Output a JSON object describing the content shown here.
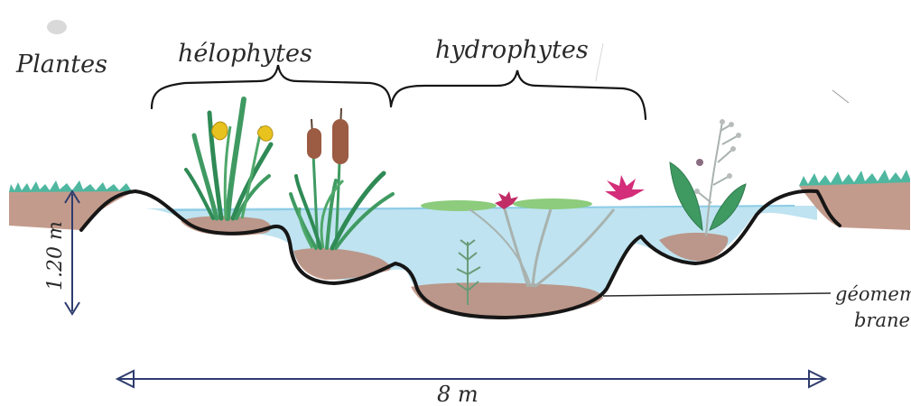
{
  "labels": {
    "plantes": "Plantes",
    "helophytes": "hélophytes",
    "hydrophytes": "hydrophytes",
    "depth": "1.20 m",
    "width": "8 m",
    "geomembrane_line1": "géomem",
    "geomembrane_line2": "brane"
  },
  "colors": {
    "water": "#bfe3f0",
    "water_surface": "#8ccbe6",
    "soil": "#b88a78",
    "grass": "#4fb7a0",
    "outline": "#161616",
    "arrow": "#2e3c6e",
    "reed_green": "#3f9a62",
    "iris_yellow": "#e8c21e",
    "cattail_brown": "#9c5b43",
    "lily_pad": "#8ccc7c",
    "flower_pink": "#d42d7a",
    "stem_grey": "#a8b2ae"
  }
}
